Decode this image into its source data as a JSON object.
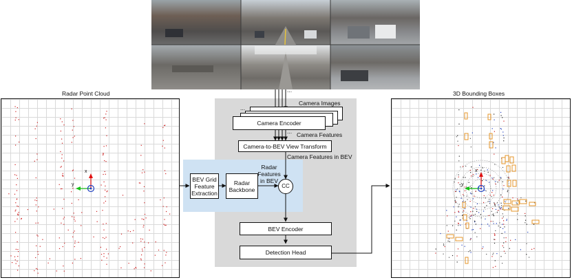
{
  "titles": {
    "radar_point_cloud": "Radar Point Cloud",
    "bounding_boxes": "3D Bounding Boxes"
  },
  "blocks": {
    "camera_images": "Camera Images",
    "camera_encoder": "Camera Encoder",
    "camera_features": "Camera Features",
    "view_transform": "Camera-to-BEV View Transform",
    "camera_features_bev": "Camera Features in BEV",
    "bev_grid_line1": "BEV Grid",
    "bev_grid_line2": "Feature",
    "bev_grid_line3": "Extraction",
    "radar_backbone_line1": "Radar",
    "radar_backbone_line2": "Backbone",
    "radar_features_line1": "Radar",
    "radar_features_line2": "Features",
    "radar_features_line3": "in BEV",
    "concat": "CC",
    "bev_encoder": "BEV Encoder",
    "detection_head": "Detection Head",
    "ellipsis": "..."
  },
  "axes": {
    "x": "x",
    "y": "y"
  },
  "colors": {
    "gray_panel": "#d9d9d9",
    "blue_panel": "#cfe2f3",
    "radar_points": "#cc1a1a",
    "box_orange": "#e69528",
    "axis_x": "#e01010",
    "axis_y": "#16c216",
    "origin": "#1f3fbf"
  }
}
